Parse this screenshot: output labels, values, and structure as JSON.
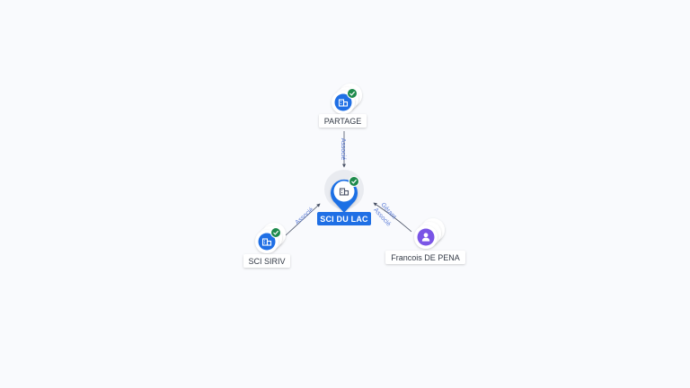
{
  "colors": {
    "background": "#f9fafd",
    "company": "#1f6fe5",
    "person": "#7a55e6",
    "verified": "#1e8a4c",
    "edge": "#4a5266",
    "edge_label": "#5a7bd6",
    "center_label_bg": "#1f6fe5"
  },
  "graph": {
    "center": {
      "label": "SCI DU LAC",
      "icon": "building-icon",
      "verified": true
    },
    "nodes": [
      {
        "id": "partage",
        "label": "PARTAGE",
        "kind": "company",
        "icon": "building-icon",
        "verified": true
      },
      {
        "id": "sci-siriv",
        "label": "SCI SIRIV",
        "kind": "company",
        "icon": "building-icon",
        "verified": true
      },
      {
        "id": "francois-de-pena",
        "label": "Francois DE PENA",
        "kind": "person",
        "icon": "person-icon",
        "verified": false
      }
    ],
    "edges": [
      {
        "from": "partage",
        "to": "center",
        "labels": [
          "Associé"
        ]
      },
      {
        "from": "sci-siriv",
        "to": "center",
        "labels": [
          "Associé"
        ]
      },
      {
        "from": "francois-de-pena",
        "to": "center",
        "labels": [
          "Gérant",
          "Associé"
        ]
      }
    ]
  }
}
